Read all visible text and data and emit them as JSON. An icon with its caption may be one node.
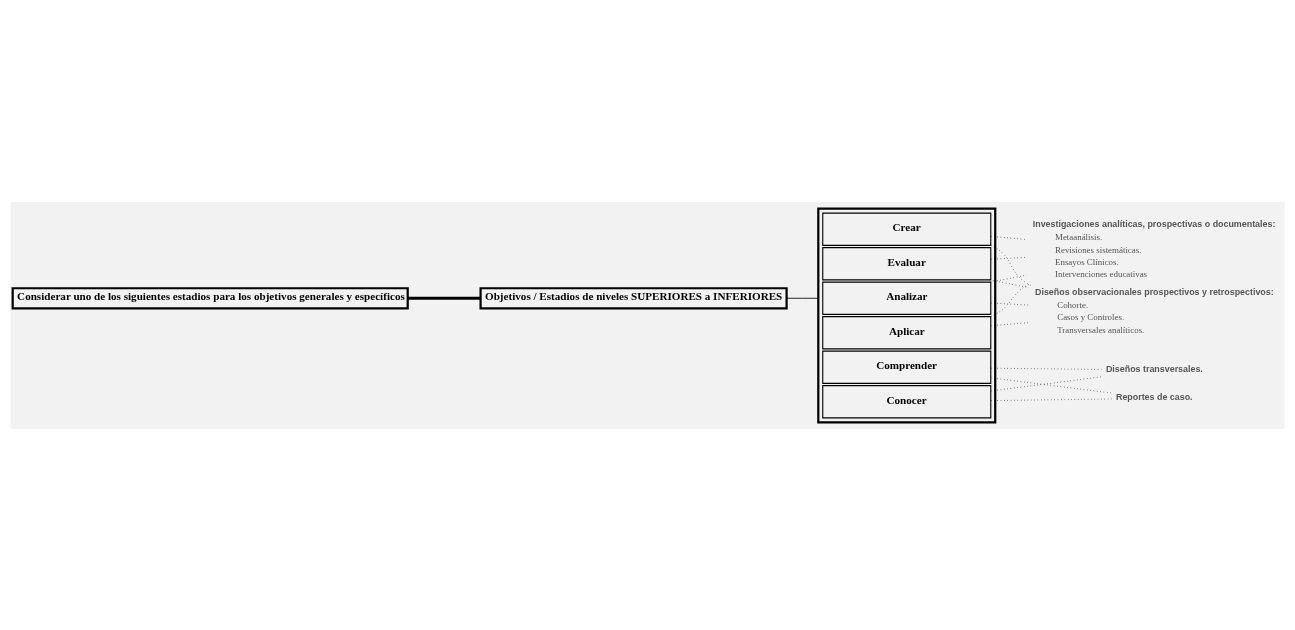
{
  "diagram": {
    "nodes": [
      {
        "text": [
          "Considerar uno de los siguientes estadios para los objetivos generales y específicos"
        ]
      },
      {
        "text": [
          "Objetivos / Estadios de niveles SUPERIORES a INFERIORES"
        ]
      },
      {
        "text": [],
        "shape": "box"
      },
      {
        "text": [
          "Crear"
        ],
        "in": 2
      },
      {
        "text": [
          "Evaluar"
        ],
        "in": 2
      },
      {
        "text": [
          "Analizar"
        ],
        "in": 2
      },
      {
        "text": [
          "Aplicar"
        ],
        "in": 2
      },
      {
        "text": [
          "Comprender"
        ],
        "in": 2
      },
      {
        "text": [
          "Conocer"
        ],
        "in": 2
      },
      {
        "text": [
          "Investigaciones analíticas, prospectivas o documentales:",
          "Metaanálisis.",
          "Revisiones sistemáticas.",
          "Ensayos Clínicos.",
          "Intervenciones educativas"
        ]
      },
      {
        "text": [
          "Diseños observacionales prospectivos y retrospectivos:",
          "Cohorte.",
          "Casos y Controles.",
          "Transversales analíticos."
        ]
      },
      {
        "text": [
          "Diseños transversales."
        ]
      },
      {
        "text": [
          "Reportes de caso."
        ]
      }
    ],
    "edges": [
      {
        "from": 0,
        "to": 1,
        "arrow": "none",
        "style": "thick"
      },
      {
        "from": 1,
        "to": 2,
        "arrow": "none"
      },
      {
        "from": 3,
        "to": 9,
        "arrow": "none",
        "style": "dashed"
      },
      {
        "from": 4,
        "to": 9,
        "arrow": "none",
        "style": "dashed"
      },
      {
        "from": 5,
        "to": 9,
        "arrow": "none",
        "style": "dashed"
      },
      {
        "from": 6,
        "to": 9,
        "arrow": "none",
        "style": "dashed"
      },
      {
        "from": 3,
        "to": 10,
        "arrow": "none",
        "style": "dashed"
      },
      {
        "from": 4,
        "to": 10,
        "arrow": "none",
        "style": "dashed"
      },
      {
        "from": 5,
        "to": 10,
        "arrow": "none",
        "style": "dashed"
      },
      {
        "from": 6,
        "to": 10,
        "arrow": "none",
        "style": "dashed"
      },
      {
        "from": 7,
        "to": 11,
        "arrow": "none",
        "style": "dashed"
      },
      {
        "from": 8,
        "to": 11,
        "arrow": "none",
        "style": "dashed"
      },
      {
        "from": 7,
        "to": 12,
        "arrow": "none",
        "style": "dashed"
      },
      {
        "from": 8,
        "to": 12,
        "arrow": "none",
        "style": "dashed"
      }
    ]
  }
}
